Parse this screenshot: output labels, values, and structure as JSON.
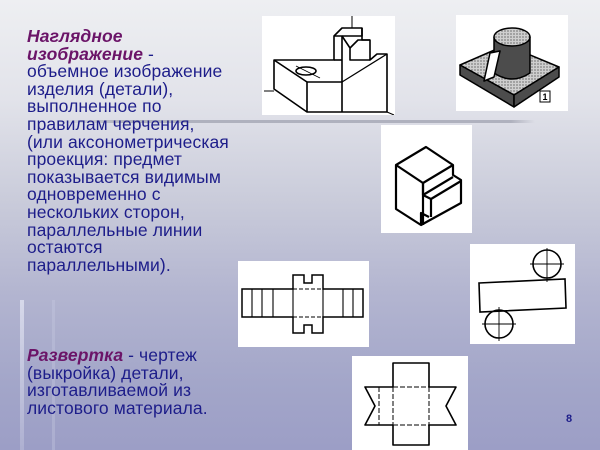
{
  "slide": {
    "page_number": "8",
    "colors": {
      "term": "#6b1468",
      "body_text": "#1d1d8a",
      "bg_top": "#eeeff2",
      "bg_bottom": "#9c9ec6"
    }
  },
  "definitions": [
    {
      "term_line1": "Наглядное",
      "term_line2": "изображение",
      "dash": " -",
      "lines": [
        "объемное изображение",
        "изделия (детали),",
        "выполненное по",
        "правилам черчения,",
        "(или аксонометрическая",
        "проекция: предмет",
        "показывается видимым",
        "одновременно с",
        "нескольких сторон,",
        "параллельные линии",
        "остаются",
        "параллельными)."
      ]
    },
    {
      "term": "Развертка",
      "first_line_rest": " - чертеж",
      "lines": [
        "(выкройка) детали,",
        "изготавливаемой из",
        "листового материала."
      ]
    }
  ],
  "figures": [
    {
      "name": "isometric-block-with-slot",
      "label": ""
    },
    {
      "name": "isometric-cylinder-on-plate",
      "label": "1"
    },
    {
      "name": "isometric-stepped-block",
      "label": ""
    },
    {
      "name": "unfolding-slotted-strip",
      "label": ""
    },
    {
      "name": "unfolding-cylinder-with-circles",
      "label": ""
    },
    {
      "name": "unfolding-cross-shape",
      "label": ""
    }
  ]
}
